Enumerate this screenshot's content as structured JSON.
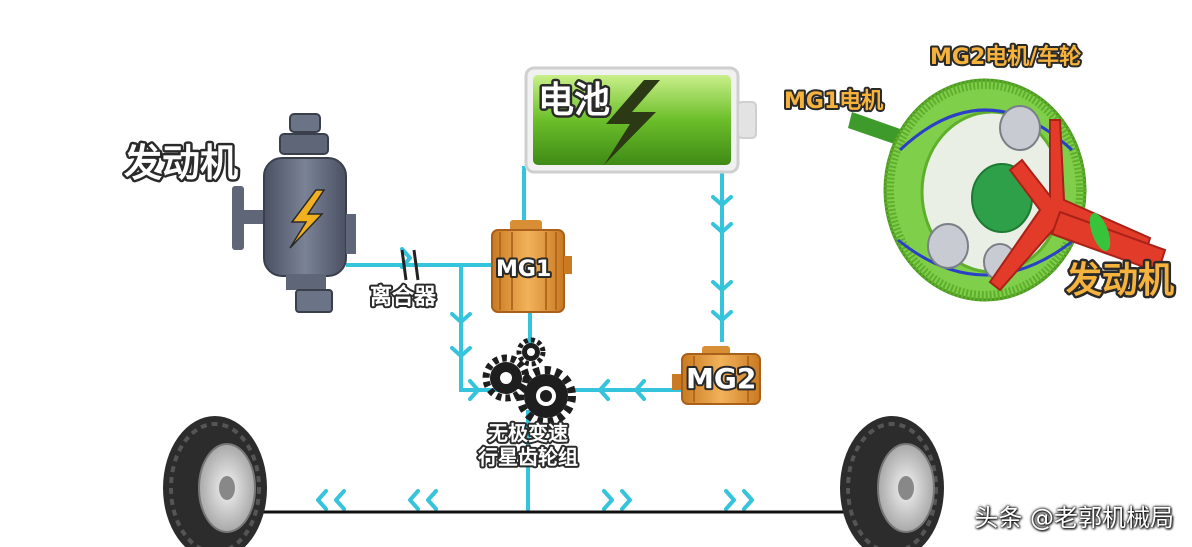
{
  "labels": {
    "engine_left": "发动机",
    "battery": "电池",
    "clutch": "离合器",
    "mg1": "MG1",
    "mg2": "MG2",
    "cvt_line1": "无极变速",
    "cvt_line2": "行星齿轮组",
    "mg1_motor": "MG1电机",
    "mg2_motor_wheel": "MG2电机/车轮",
    "engine_right": "发动机"
  },
  "watermark": "头条 @老郭机械局",
  "colors": {
    "flow_line": "#35c4dc",
    "motor_orange": "#e8a040",
    "battery_green": "#6cbf2a",
    "engine_gray": "#5f6677",
    "gear_green": "#8fd65a",
    "carrier_red": "#e23b2a",
    "axle": "#111111"
  },
  "icons": [
    "lightning-icon",
    "gear-icon",
    "tire-icon",
    "chevron-arrow-icon"
  ]
}
